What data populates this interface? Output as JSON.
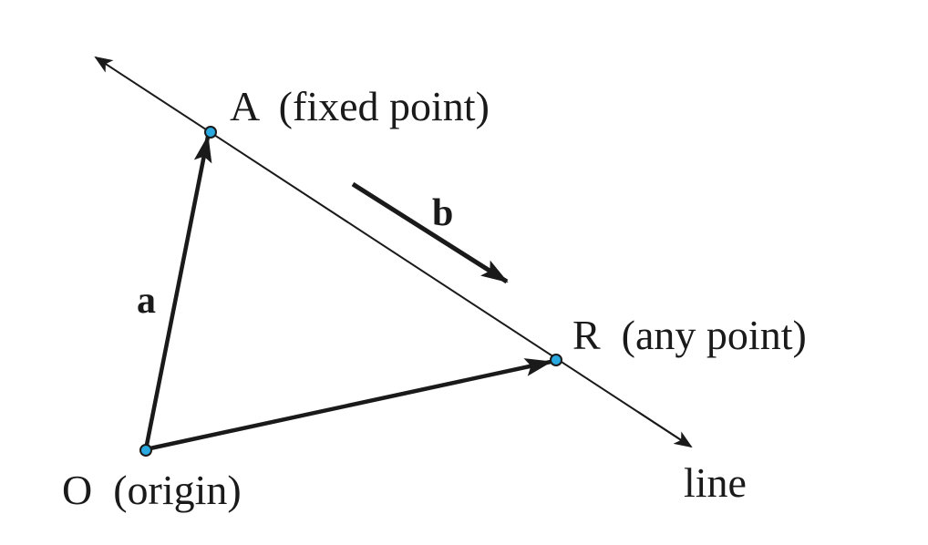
{
  "colors": {
    "line": "#1a1a1a",
    "point_fill": "#29a9e0",
    "point_stroke": "#1a1a1a",
    "background": "#ffffff"
  },
  "labels": {
    "point_a": "A  (fixed point)",
    "point_r": "R  (any point)",
    "point_o": "O  (origin)",
    "line": "line",
    "vector_a": "a",
    "vector_b": "b"
  }
}
